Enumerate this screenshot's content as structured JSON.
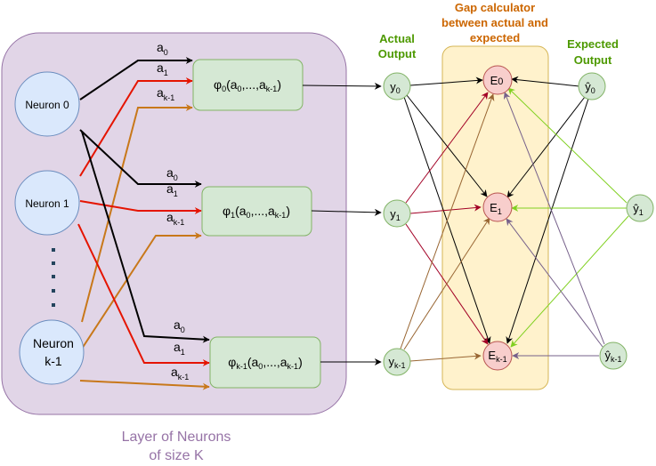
{
  "colors": {
    "layer_fill": "#e1d5e7",
    "layer_stroke": "#9673a6",
    "gap_fill": "#fff2cc",
    "gap_stroke": "#d6b656",
    "neuron_fill": "#dae8fc",
    "neuron_stroke": "#6c8ebf",
    "func_fill": "#d5e8d4",
    "func_stroke": "#82b366",
    "error_fill": "#f8cecc",
    "error_stroke": "#b85450",
    "black": "#000000",
    "red": "#e51400",
    "orange": "#c8781a",
    "darkred": "#a20025",
    "brown": "#996633",
    "green": "#80d020",
    "purple": "#76608a",
    "title_orange": "#cc6600",
    "title_green": "#4d9900",
    "ellipsis_dots": "#23445d"
  },
  "layer": {
    "caption_line1": "Layer of Neurons",
    "caption_line2": "of size K"
  },
  "neurons": {
    "n0": "Neuron 0",
    "n1": "Neuron 1",
    "nk_line1": "Neuron",
    "nk_line2": "k-1"
  },
  "arrow_labels": {
    "a": "a",
    "i0": "0",
    "i1": "1",
    "ik": "k-1"
  },
  "functions": {
    "f0": {
      "phi": "φ",
      "sub": "0",
      "mid": "(a",
      "s0": "0",
      "dots": ",...,a",
      "sk": "k-1",
      "end": ")"
    },
    "f1": {
      "phi": "φ",
      "sub": "1",
      "mid": "(a",
      "s0": "0",
      "dots": ",...,a",
      "sk": "k-1",
      "end": ")"
    },
    "fk": {
      "phi": "φ",
      "sub": "k-1",
      "mid": "(a",
      "s0": "0",
      "dots": ",...,a",
      "sk": "k-1",
      "end": ")"
    }
  },
  "actual": {
    "title_line1": "Actual",
    "title_line2": "Output",
    "y": "y",
    "y0_sub": "0",
    "y1_sub": "1",
    "yk_sub": "k-1"
  },
  "gap": {
    "title_line1": "Gap calculator",
    "title_line2": "between actual and",
    "title_line3": "expected",
    "e": "E",
    "e0_sub": "0",
    "e1_sub": "1",
    "ek_sub": "k-1"
  },
  "expected": {
    "title_line1": "Expected",
    "title_line2": "Output",
    "yhat": "ŷ",
    "y0_sub": "0",
    "y1_sub": "1",
    "yk_sub": "k-1"
  }
}
